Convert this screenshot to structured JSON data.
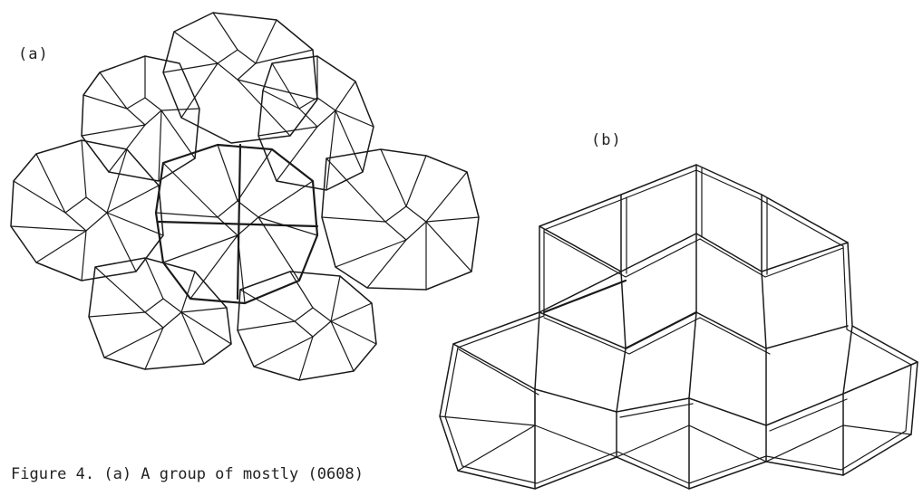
{
  "figure": {
    "panel_a_label": "(a)",
    "panel_b_label": "(b)",
    "caption": "Figure 4. (a) A group of mostly (0608)"
  }
}
